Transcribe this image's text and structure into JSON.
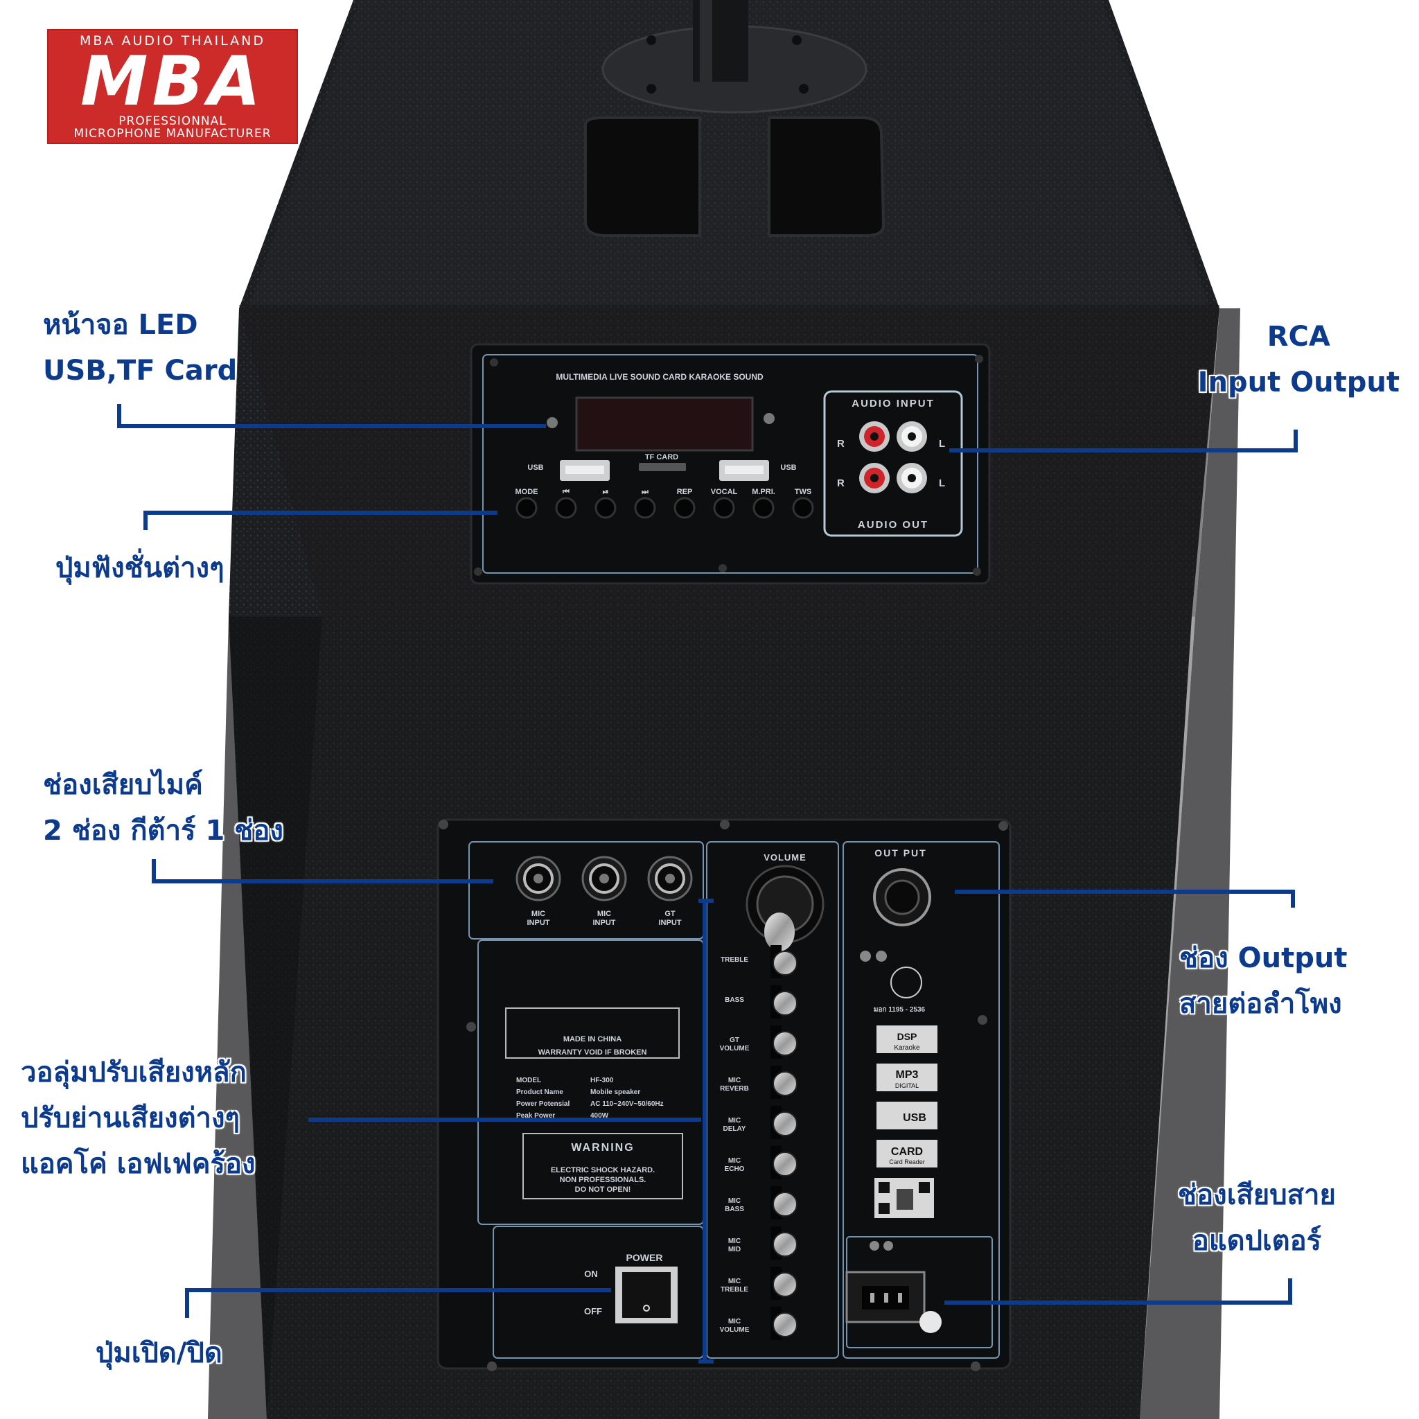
{
  "logo": {
    "top_text": "MBA AUDIO THAILAND",
    "brand": "MBA",
    "line1": "PROFESSIONNAL",
    "line2": "MICROPHONE MANUFACTURER"
  },
  "callouts": {
    "led_display": {
      "line1": "หน้าจอ LED",
      "line2": "USB,TF Card"
    },
    "rca": {
      "line1": "RCA",
      "line2": "Input Output"
    },
    "function_buttons": {
      "line1": "ปุ่มฟังชั่นต่างๆ"
    },
    "mic_inputs": {
      "line1": "ช่องเสียบไมค์",
      "line2": "2 ช่อง กีต้าร์ 1 ช่อง"
    },
    "output": {
      "line1": "ช่อง Output",
      "line2": "สายต่อลำโพง"
    },
    "knobs": {
      "line1": "วอลุ่มปรับเสียงหลัก",
      "line2": "ปรับย่านเสียงต่างๆ",
      "line3": "แอคโค่ เอฟเฟคร้อง"
    },
    "adapter": {
      "line1": "ช่องเสียบสาย",
      "line2": "อแดปเตอร์"
    },
    "power": {
      "line1": "ปุ่มเปิด/ปิด"
    }
  },
  "top_panel": {
    "title": "MULTIMEDIA LIVE SOUND CARD KARAOKE SOUND",
    "tf_card": "TF CARD",
    "usb_left": "USB",
    "usb_right": "USB",
    "buttons": [
      "MODE",
      "⏮",
      "⏯",
      "⏭",
      "REP",
      "VOCAL",
      "M.PRI.",
      "TWS"
    ],
    "audio_input": "AUDIO INPUT",
    "audio_out": "AUDIO OUT",
    "r": "R",
    "l": "L"
  },
  "rear_panel": {
    "inputs": [
      {
        "line1": "MIC",
        "line2": "INPUT"
      },
      {
        "line1": "MIC",
        "line2": "INPUT"
      },
      {
        "line1": "GT",
        "line2": "INPUT"
      }
    ],
    "volume": "VOLUME",
    "output": "OUT PUT",
    "knobs": [
      {
        "line1": "TREBLE",
        "line2": ""
      },
      {
        "line1": "BASS",
        "line2": ""
      },
      {
        "line1": "GT",
        "line2": "VOLUME"
      },
      {
        "line1": "MIC",
        "line2": "REVERB"
      },
      {
        "line1": "MIC",
        "line2": "DELAY"
      },
      {
        "line1": "MIC",
        "line2": "ECHO"
      },
      {
        "line1": "MIC",
        "line2": "BASS"
      },
      {
        "line1": "MIC",
        "line2": "MID"
      },
      {
        "line1": "MIC",
        "line2": "TREBLE"
      },
      {
        "line1": "MIC",
        "line2": "VOLUME"
      }
    ],
    "made_in": "MADE IN CHINA",
    "warranty": "WARRANTY VOID IF BROKEN",
    "spec_labels": [
      "MODEL",
      "Product Name",
      "Power Potensial",
      "Peak Power"
    ],
    "spec_values": [
      "HF-300",
      "Mobile speaker",
      "AC 110~240V~50/60Hz",
      "400W"
    ],
    "warning_title": "WARNING",
    "warning_lines": [
      "ELECTRIC SHOCK HAZARD.",
      "NON PROFESSIONALS.",
      "DO NOT OPEN!"
    ],
    "power_label": "POWER",
    "on": "ON",
    "off": "OFF",
    "tis": "มอก 1195 - 2536",
    "badges": {
      "dsp": "DSP",
      "dsp_sub": "Karaoke",
      "mp3": "MP3",
      "mp3_sub": "DIGITAL",
      "usb": "USB",
      "card": "CARD",
      "card_sub": "Card Reader"
    }
  },
  "colors": {
    "accent": "#0c3a8c",
    "logo_red": "#cd2a2a",
    "cabinet": "#1f2022",
    "panel": "#0d0e10",
    "panel_line": "#8fb6d8"
  }
}
